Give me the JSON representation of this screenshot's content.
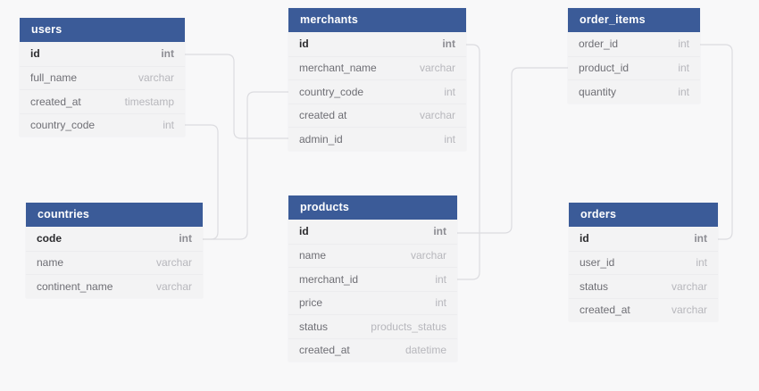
{
  "diagram": {
    "colors": {
      "header_blue": "#3b5b98",
      "row_background": "#f3f3f4",
      "canvas_background": "#f8f8f9",
      "relationship_line": "#dcdce0"
    },
    "tables": [
      {
        "title": "users",
        "rows": [
          {
            "name": "id",
            "type": "int",
            "pk": true
          },
          {
            "name": "full_name",
            "type": "varchar"
          },
          {
            "name": "created_at",
            "type": "timestamp"
          },
          {
            "name": "country_code",
            "type": "int"
          }
        ]
      },
      {
        "title": "merchants",
        "rows": [
          {
            "name": "id",
            "type": "int",
            "pk": true
          },
          {
            "name": "merchant_name",
            "type": "varchar"
          },
          {
            "name": "country_code",
            "type": "int"
          },
          {
            "name": "created at",
            "type": "varchar"
          },
          {
            "name": "admin_id",
            "type": "int"
          }
        ]
      },
      {
        "title": "order_items",
        "rows": [
          {
            "name": "order_id",
            "type": "int"
          },
          {
            "name": "product_id",
            "type": "int"
          },
          {
            "name": "quantity",
            "type": "int"
          }
        ]
      },
      {
        "title": "countries",
        "rows": [
          {
            "name": "code",
            "type": "int",
            "pk": true
          },
          {
            "name": "name",
            "type": "varchar"
          },
          {
            "name": "continent_name",
            "type": "varchar"
          }
        ]
      },
      {
        "title": "products",
        "rows": [
          {
            "name": "id",
            "type": "int",
            "pk": true
          },
          {
            "name": "name",
            "type": "varchar"
          },
          {
            "name": "merchant_id",
            "type": "int"
          },
          {
            "name": "price",
            "type": "int"
          },
          {
            "name": "status",
            "type": "products_status"
          },
          {
            "name": "created_at",
            "type": "datetime"
          }
        ]
      },
      {
        "title": "orders",
        "rows": [
          {
            "name": "id",
            "type": "int",
            "pk": true
          },
          {
            "name": "user_id",
            "type": "int"
          },
          {
            "name": "status",
            "type": "varchar"
          },
          {
            "name": "created_at",
            "type": "varchar"
          }
        ]
      }
    ],
    "relationships": [
      {
        "from": "users.id",
        "to": "merchants.admin_id"
      },
      {
        "from": "users.country_code",
        "to": "countries.code"
      },
      {
        "from": "merchants.country_code",
        "to": "countries.code"
      },
      {
        "from": "merchants.id",
        "to": "products.merchant_id"
      },
      {
        "from": "order_items.product_id",
        "to": "products.id"
      },
      {
        "from": "order_items.order_id",
        "to": "orders.id"
      }
    ]
  }
}
